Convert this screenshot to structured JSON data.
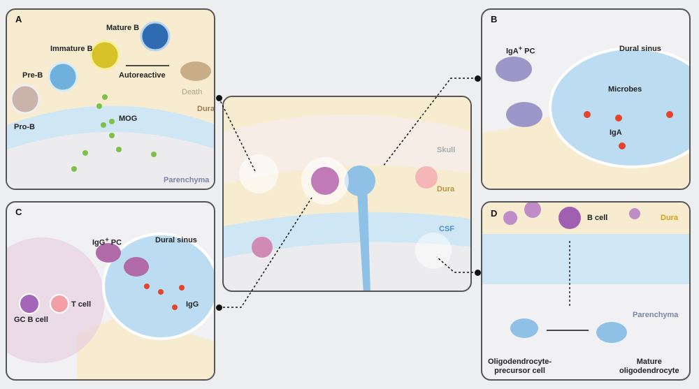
{
  "panel_a": {
    "tag": "A",
    "pro_b": "Pro-B",
    "pre_b": "Pre-B",
    "immature_b": "Immature B",
    "mature_b": "Mature B",
    "autoreactive": "Autoreactive",
    "death": "Death",
    "mog": "MOG",
    "dura": "Dura",
    "parenchyma": "Parenchyma"
  },
  "panel_b": {
    "tag": "B",
    "iga_pc": "IgA",
    "iga_pc_sup": "+",
    "iga_pc_suffix": " PC",
    "dural_sinus": "Dural sinus",
    "microbes": "Microbes",
    "iga": "IgA"
  },
  "panel_c": {
    "tag": "C",
    "igg_pc": "IgG",
    "igg_pc_sup": "+",
    "igg_pc_suffix": " PC",
    "dural_sinus": "Dural sinus",
    "t_cell": "T cell",
    "gc_b_cell": "GC B cell",
    "igg": "IgG"
  },
  "center": {
    "skull": "Skull",
    "dura": "Dura",
    "csf": "CSF"
  },
  "panel_d": {
    "tag": "D",
    "b_cell": "B cell",
    "dura": "Dura",
    "parenchyma": "Parenchyma",
    "opc": "Oligodendrocyte-\nprecursor cell",
    "mature_ol": "Mature\noligodendrocyte"
  },
  "colors": {
    "dura": "#f7ecd0",
    "csf": "#cfe6f5",
    "parenchyma": "#ececef",
    "dura_text": "#d4a017",
    "csf_text": "#4b8fd0",
    "parenchyma_text": "#7a86a8"
  }
}
